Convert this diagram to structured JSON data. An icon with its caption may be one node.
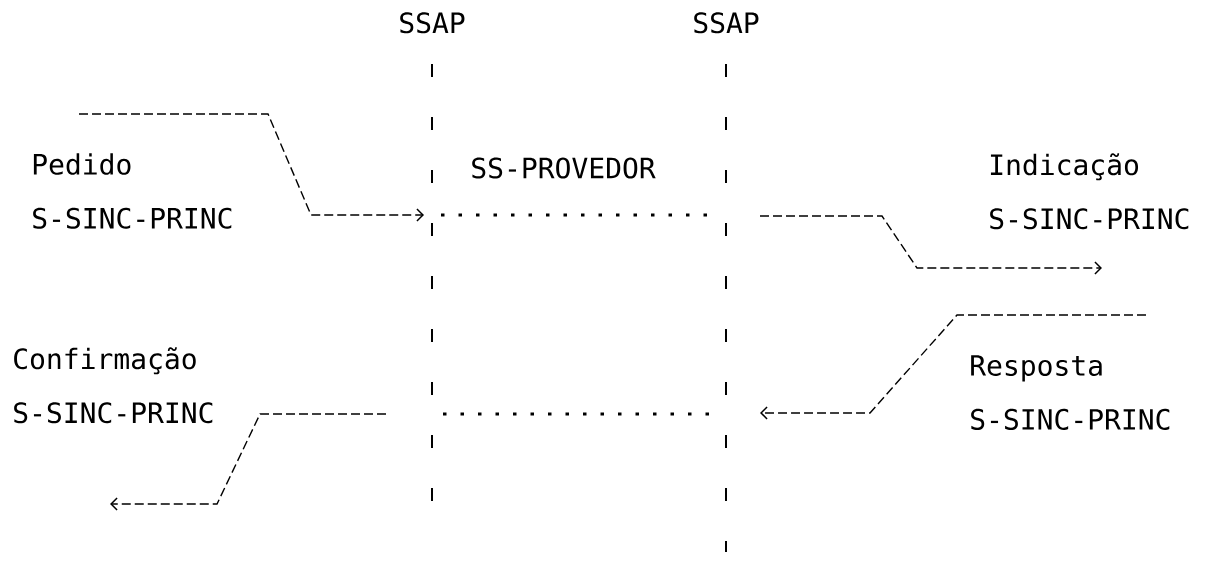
{
  "diagram": {
    "nodes": [
      {
        "text": [
          "SSAP"
        ]
      },
      {
        "text": [
          "SSAP"
        ]
      },
      {
        "text": [
          "Pedido",
          "S-SINC-PRINC"
        ]
      },
      {
        "text": [
          "Indicação",
          "S-SINC-PRINC"
        ]
      },
      {
        "text": [
          "Confirmação",
          "S-SINC-PRINC"
        ]
      },
      {
        "text": [
          "Resposta",
          "S-SINC-PRINC"
        ]
      }
    ],
    "edges": [
      {
        "from": 2,
        "to": 0,
        "arrow": "to"
      },
      {
        "from": 0,
        "to": 1,
        "arrow": "none"
      },
      {
        "from": 1,
        "to": 3,
        "arrow": "to"
      },
      {
        "from": 5,
        "to": 1,
        "arrow": "to"
      },
      {
        "from": 1,
        "to": 0,
        "arrow": "none"
      },
      {
        "from": 0,
        "to": 4,
        "arrow": "to"
      }
    ],
    "labels": [
      "SS-PROVEDOR"
    ]
  }
}
